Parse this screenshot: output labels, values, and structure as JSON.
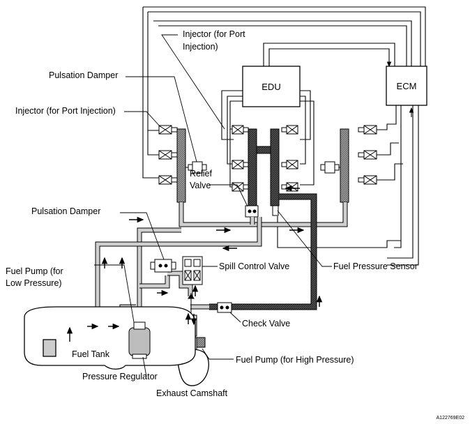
{
  "labels": {
    "injector_port_top": [
      "Injector (for Port",
      "Injection)"
    ],
    "pulsation_damper_top": "Pulsation Damper",
    "injector_port_left": "Injector (for Port Injection)",
    "edu": "EDU",
    "ecm": "ECM",
    "relief_valve": [
      "Relief",
      "Valve"
    ],
    "pulsation_damper_mid": "Pulsation Damper",
    "spill_control_valve": "Spill Control Valve",
    "fuel_pressure_sensor": "Fuel Pressure Sensor",
    "fuel_pump_low": [
      "Fuel Pump (for",
      "Low Pressure)"
    ],
    "check_valve": "Check Valve",
    "fuel_tank": "Fuel Tank",
    "fuel_pump_high": "Fuel Pump (for High Pressure)",
    "pressure_regulator": "Pressure Regulator",
    "exhaust_camshaft": "Exhaust Camshaft",
    "figure_code": "A122769E02"
  },
  "colors": {
    "line": "#000000",
    "pipe_fill": "#cfcfcf",
    "rail_fill": "#8a8a8a",
    "rail_dark": "#4a4a4a"
  }
}
